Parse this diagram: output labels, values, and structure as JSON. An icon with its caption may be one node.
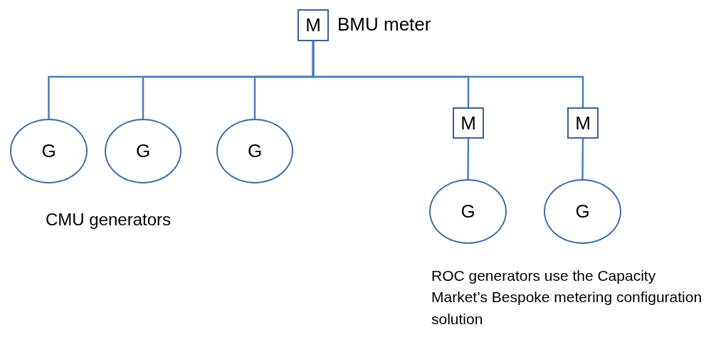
{
  "diagram": {
    "nodes": [
      {
        "text": [
          "M"
        ],
        "beside": [
          "BMU meter"
        ]
      },
      {
        "text": [
          "G"
        ]
      },
      {
        "text": [
          "G"
        ]
      },
      {
        "text": [
          "G"
        ]
      },
      {
        "text": [
          "M"
        ]
      },
      {
        "text": [
          "M"
        ]
      },
      {
        "text": [
          "G"
        ]
      },
      {
        "text": [
          "G"
        ]
      }
    ],
    "edges": [
      {
        "from": 0,
        "to": 1,
        "arrow": "none"
      },
      {
        "from": 0,
        "to": 2,
        "arrow": "none"
      },
      {
        "from": 0,
        "to": 3,
        "arrow": "none"
      },
      {
        "from": 0,
        "to": 4,
        "arrow": "none"
      },
      {
        "from": 0,
        "to": 5,
        "arrow": "none"
      },
      {
        "from": 4,
        "to": 6,
        "arrow": "none"
      },
      {
        "from": 5,
        "to": 7,
        "arrow": "none"
      }
    ],
    "labels": [
      "CMU generators",
      "ROC generators use the Capacity Market’s Bespoke metering configuration solution"
    ]
  }
}
